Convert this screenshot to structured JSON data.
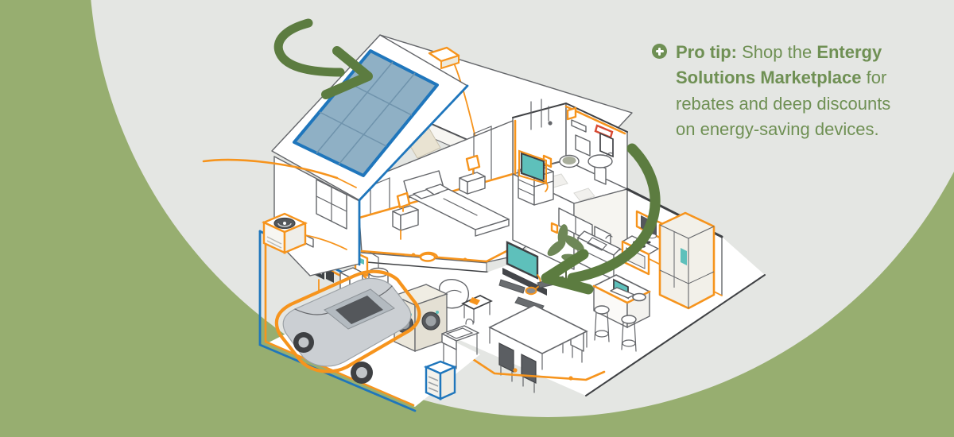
{
  "protip": {
    "bullet_icon": "plus-circle-icon",
    "bold_lead": "Pro tip:",
    "text_1": " Shop the ",
    "bold_marketplace": "Entergy Solutions Marketplace",
    "text_2": " for rebates and deep discounts on energy-saving devices."
  },
  "illustration": {
    "type": "isometric-cutaway-home-energy-diagram",
    "highlight_arrows": [
      "solar-panel-arrow",
      "ceiling-fan-arrow"
    ],
    "objects": [
      "solar-panel",
      "roof-vent",
      "attic-insulation",
      "ceiling-vent-grille",
      "toilet",
      "pedestal-sink",
      "vanity-light",
      "mirror",
      "shower",
      "towel-bar",
      "bed",
      "table-lamp-left",
      "table-lamp-right",
      "nightstand-left",
      "nightstand-right",
      "dresser",
      "bedroom-tv",
      "robot-vacuum",
      "living-room-tv",
      "tv-console",
      "ceiling-fan",
      "armchair",
      "side-table",
      "tablet",
      "house-plant",
      "kitchen-cabinets",
      "kitchen-sink",
      "microwave",
      "range-oven",
      "refrigerator",
      "kitchen-island",
      "laptop",
      "bar-stools",
      "dining-table",
      "dining-chairs",
      "electric-car",
      "ev-charger",
      "charging-cable",
      "breaker-panel",
      "water-heater",
      "trash-bin",
      "washer-dryer",
      "utility-sink",
      "garage-light",
      "ac-condenser",
      "power-line",
      "thermostat",
      "battery-unit"
    ]
  },
  "colors": {
    "green": "#97AE70",
    "gray": "#E4E6E3",
    "argreen": "#5C7C40",
    "orange": "#F6941D",
    "blue": "#1F76BC",
    "solar": "#8FB0C5",
    "teal": "#5EC0BB",
    "textgreen": "#6F9054",
    "line": "#64666A",
    "dark": "#3F4144",
    "red": "#D84B35",
    "beige": "#EBE7DB",
    "car": "#CBCFD3"
  }
}
